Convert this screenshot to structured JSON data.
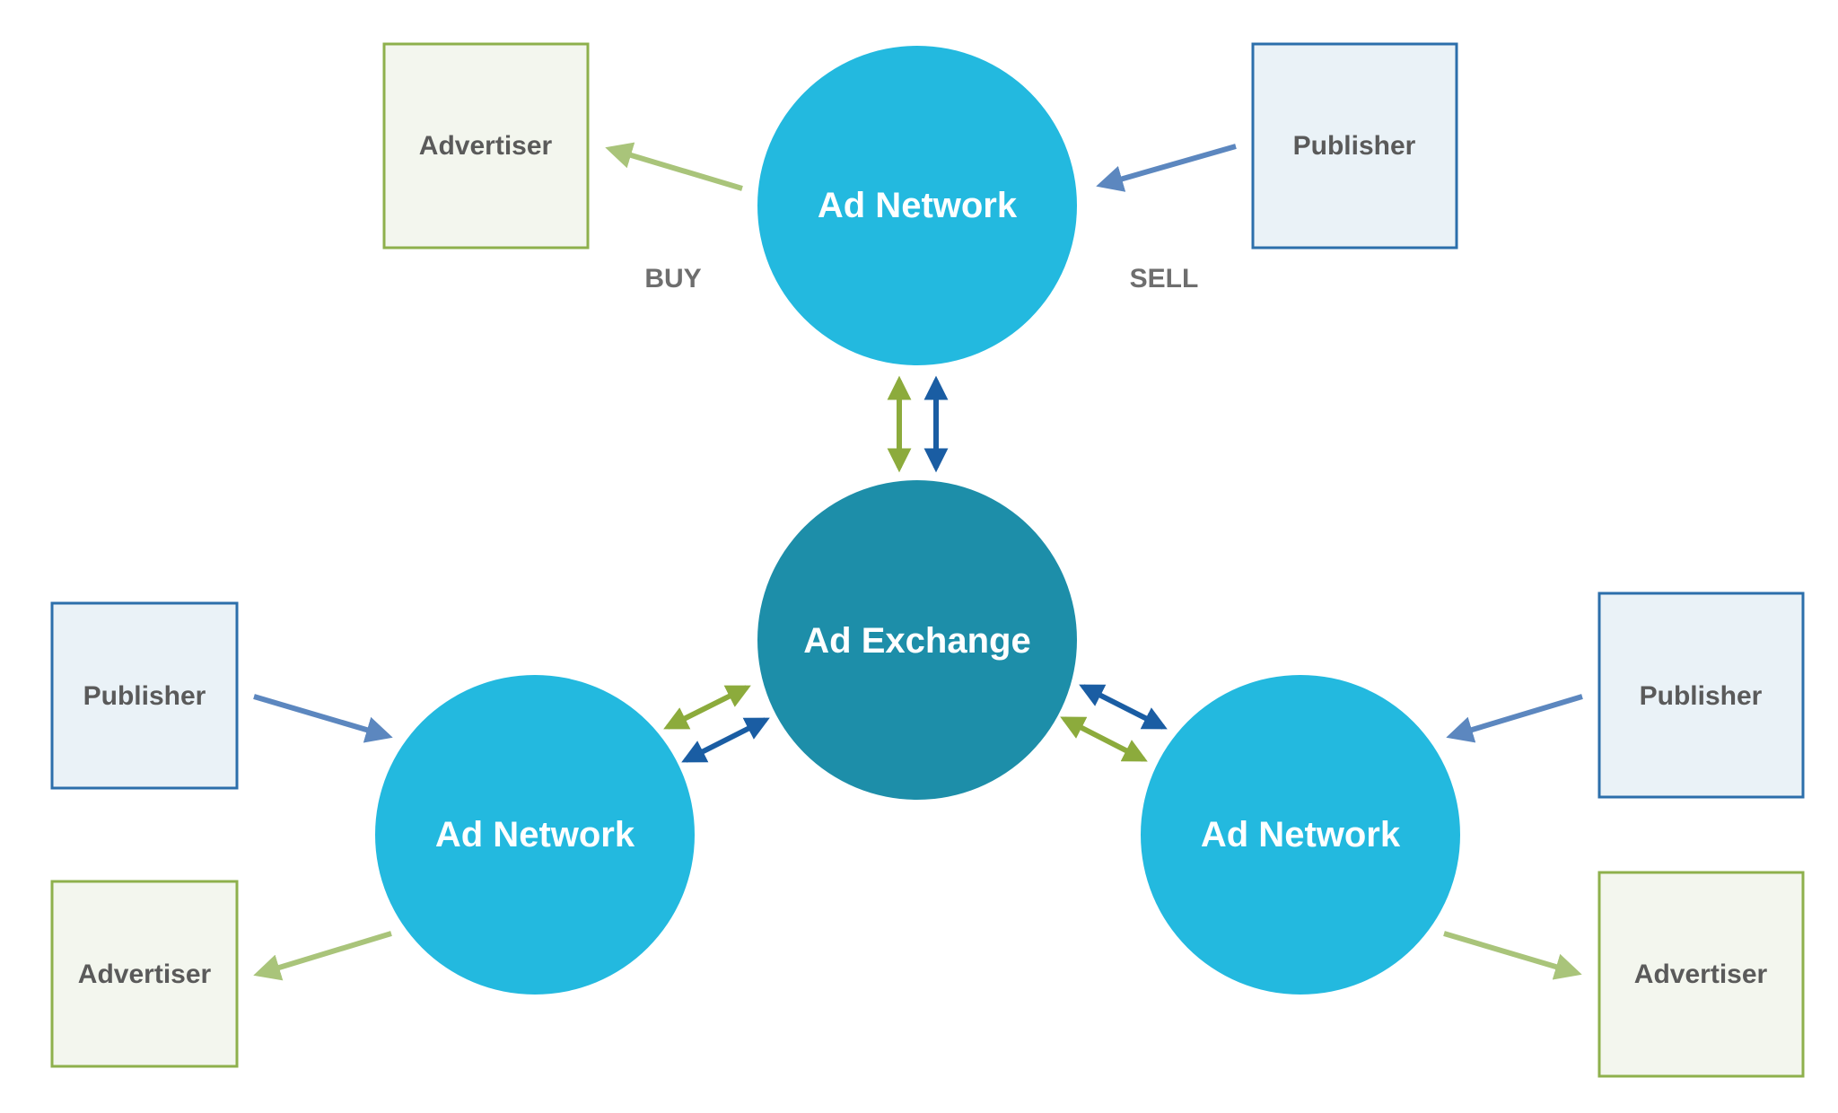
{
  "colors": {
    "network": "#23b9df",
    "exchange": "#1d8ea9",
    "advertiser_fill": "#f3f6ee",
    "advertiser_border": "#8eb04c",
    "publisher_fill": "#eaf2f7",
    "publisher_border": "#2c6fab",
    "buy_arrow": "#a9c47a",
    "sell_arrow": "#5c87bf",
    "green_link": "#8cab3c",
    "blue_link": "#1a5da3",
    "box_text": "#5a5a5a",
    "circle_text": "#ffffff"
  },
  "nodes": {
    "exchange": {
      "label": "Ad Exchange"
    },
    "network_top": {
      "label": "Ad Network"
    },
    "network_left": {
      "label": "Ad Network"
    },
    "network_right": {
      "label": "Ad Network"
    },
    "advertiser_top": {
      "label": "Advertiser"
    },
    "publisher_top": {
      "label": "Publisher"
    },
    "publisher_left": {
      "label": "Publisher"
    },
    "advertiser_left": {
      "label": "Advertiser"
    },
    "publisher_right": {
      "label": "Publisher"
    },
    "advertiser_right": {
      "label": "Advertiser"
    }
  },
  "labels": {
    "buy": "BUY",
    "sell": "SELL"
  }
}
